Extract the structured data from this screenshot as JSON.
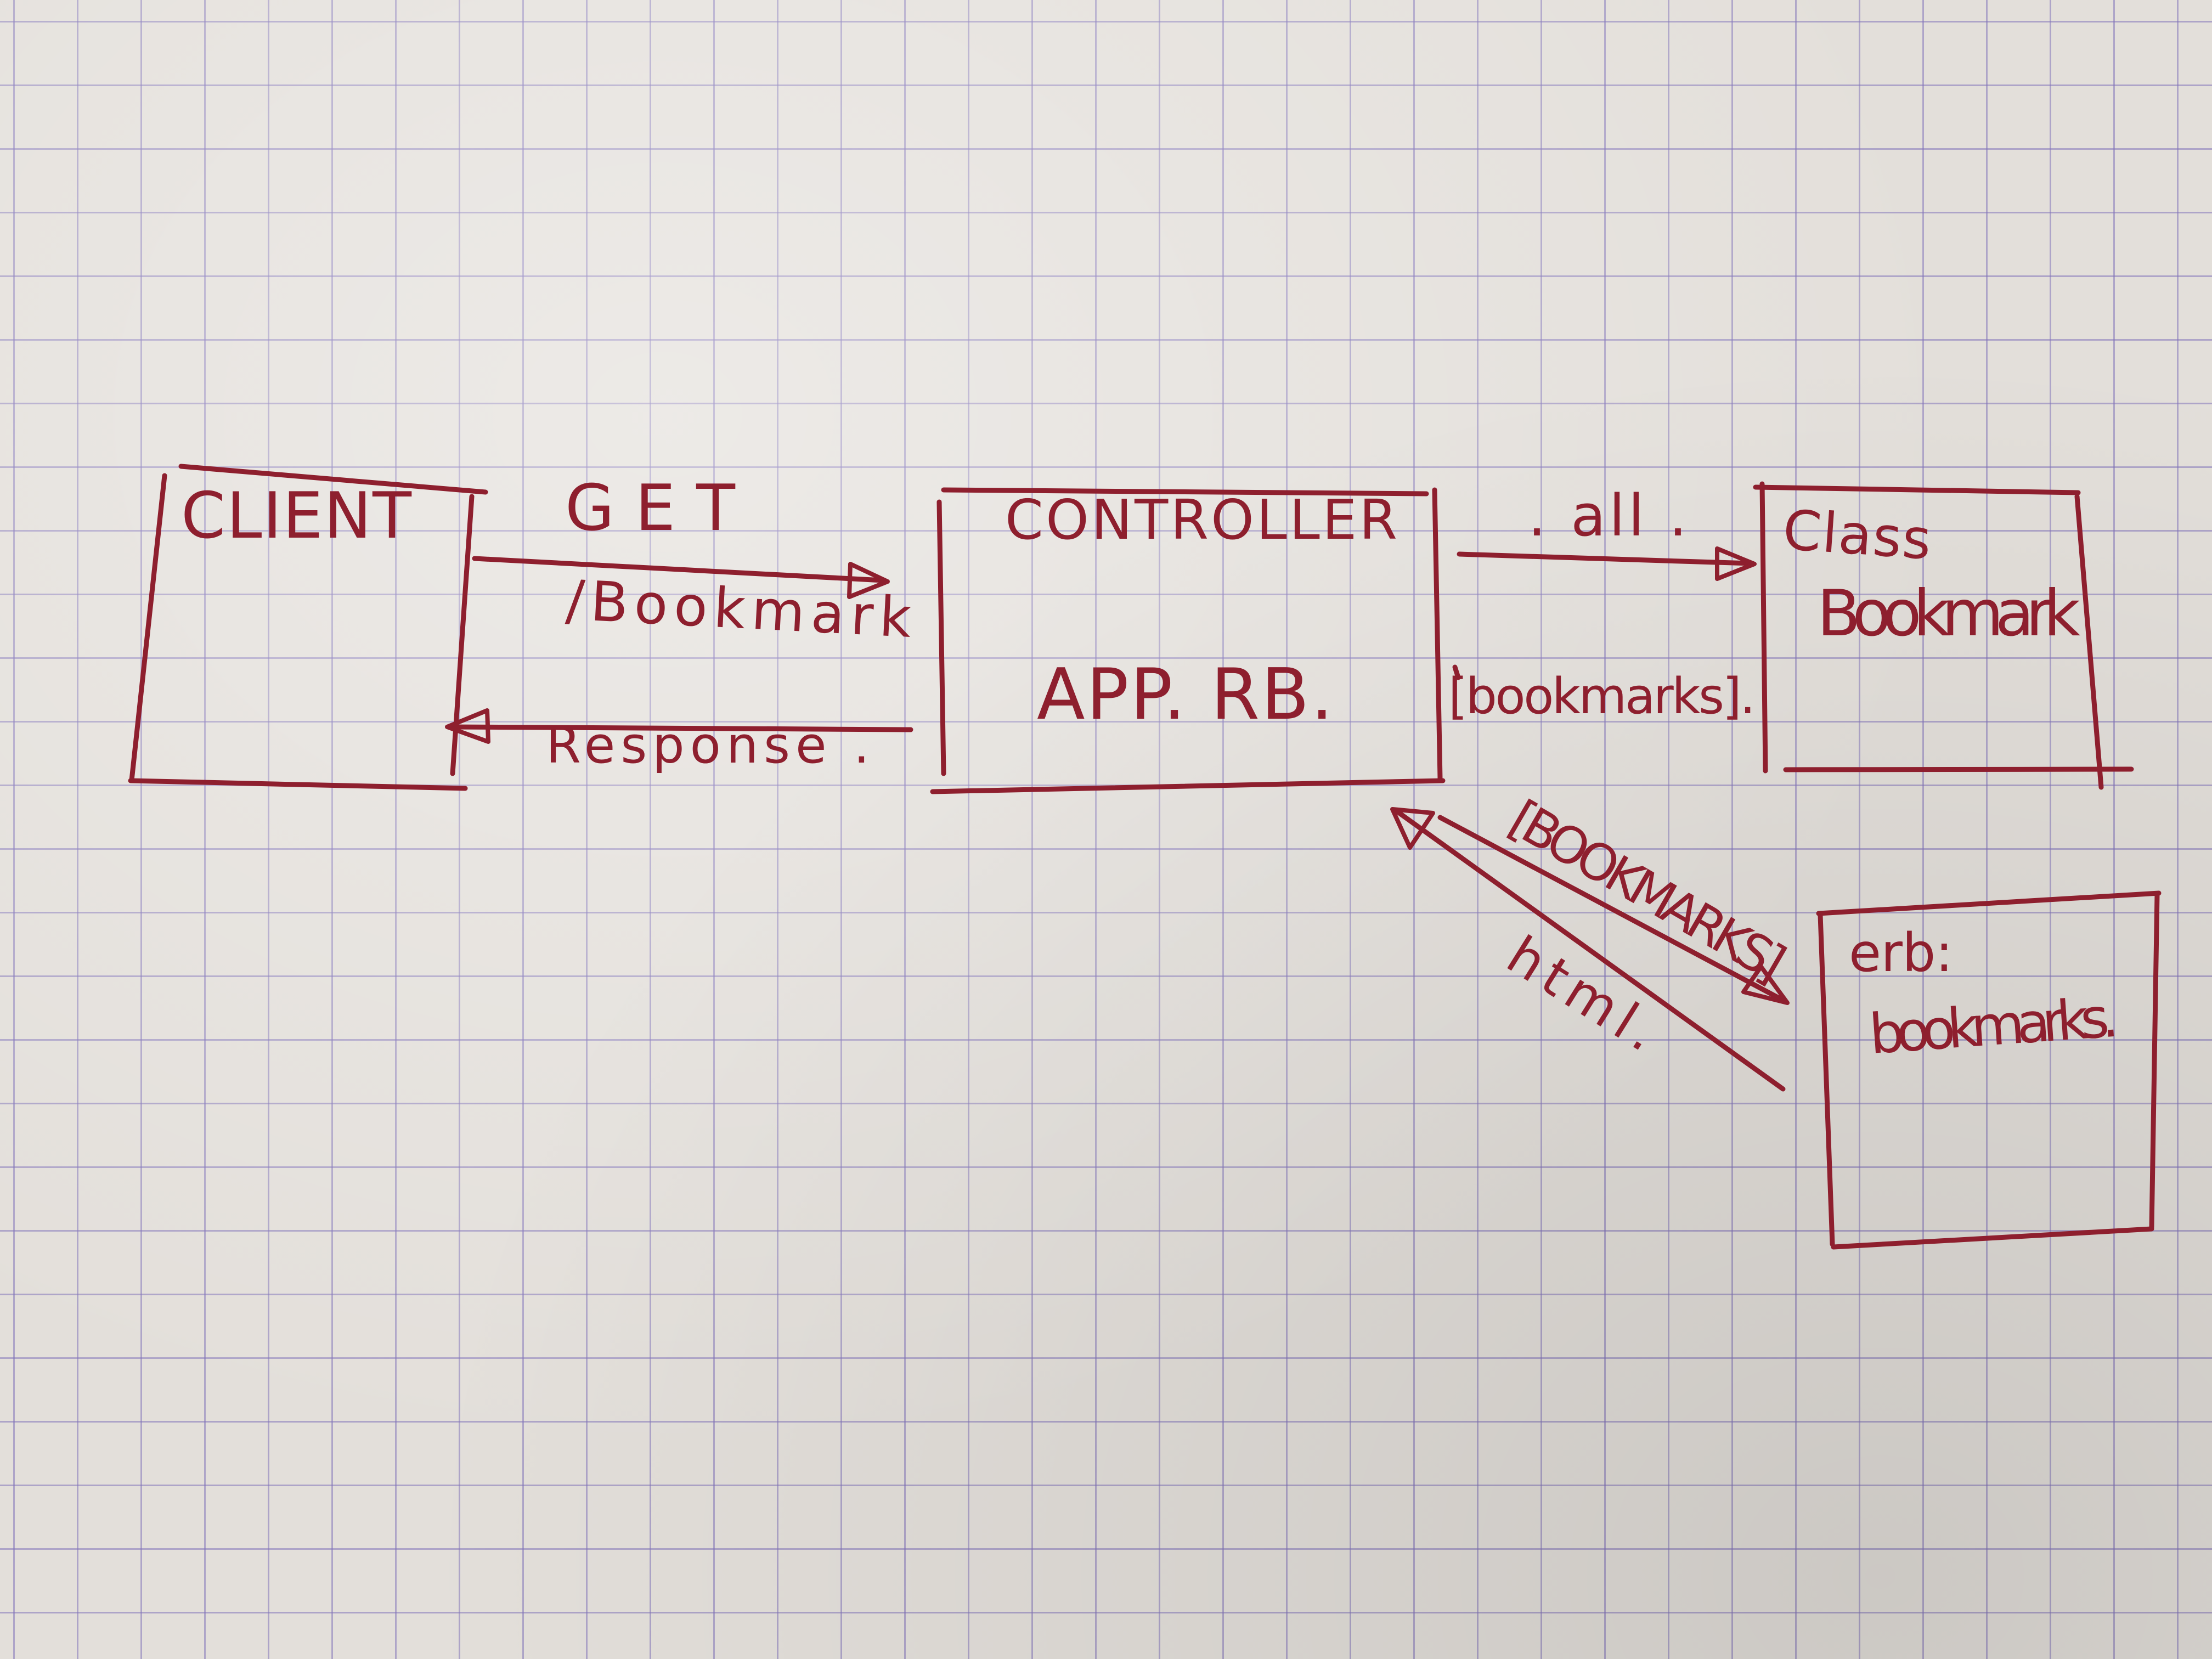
{
  "diagram": {
    "ink_color": "#8e1f2e",
    "nodes": {
      "client": {
        "label": "CLIENT"
      },
      "controller": {
        "title": "CONTROLLER",
        "file": "APP. RB."
      },
      "model": {
        "line1": "Class",
        "line2": "Bookmark"
      },
      "view": {
        "line1": "erb:",
        "line2": "bookmarks."
      }
    },
    "edges": {
      "request": {
        "line1": "GET",
        "line2": "/Bookmark"
      },
      "response": {
        "label": "Response ."
      },
      "all_call": {
        "label": ". all ."
      },
      "all_return": {
        "label": "[bookmarks]."
      },
      "to_view": {
        "label": "[BOOKMARKS]"
      },
      "from_view": {
        "label": "html."
      }
    }
  }
}
